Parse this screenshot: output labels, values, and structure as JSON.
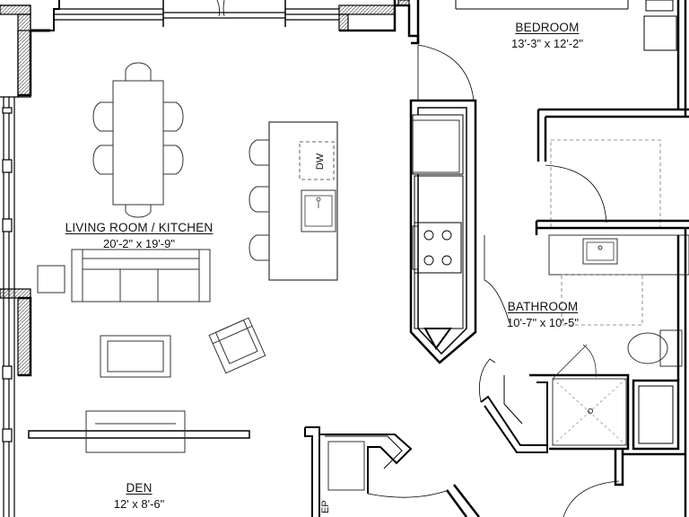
{
  "plan": {
    "rooms": [
      {
        "key": "living",
        "name": "LIVING ROOM / KITCHEN",
        "dims": "20'-2\" x 19'-9\""
      },
      {
        "key": "bedroom",
        "name": "BEDROOM",
        "dims": "13'-3\" x 12'-2\""
      },
      {
        "key": "bathroom",
        "name": "BATHROOM",
        "dims": "10'-7\" x 10'-5\""
      },
      {
        "key": "den",
        "name": "DEN",
        "dims": "12' x 8'-6\""
      }
    ],
    "fixtures": {
      "dishwasher_label": "DW",
      "partial_label": "EP"
    },
    "colors": {
      "wall": "#000000",
      "fixture": "#333333",
      "dashed": "#777777",
      "background": "#ffffff"
    }
  }
}
